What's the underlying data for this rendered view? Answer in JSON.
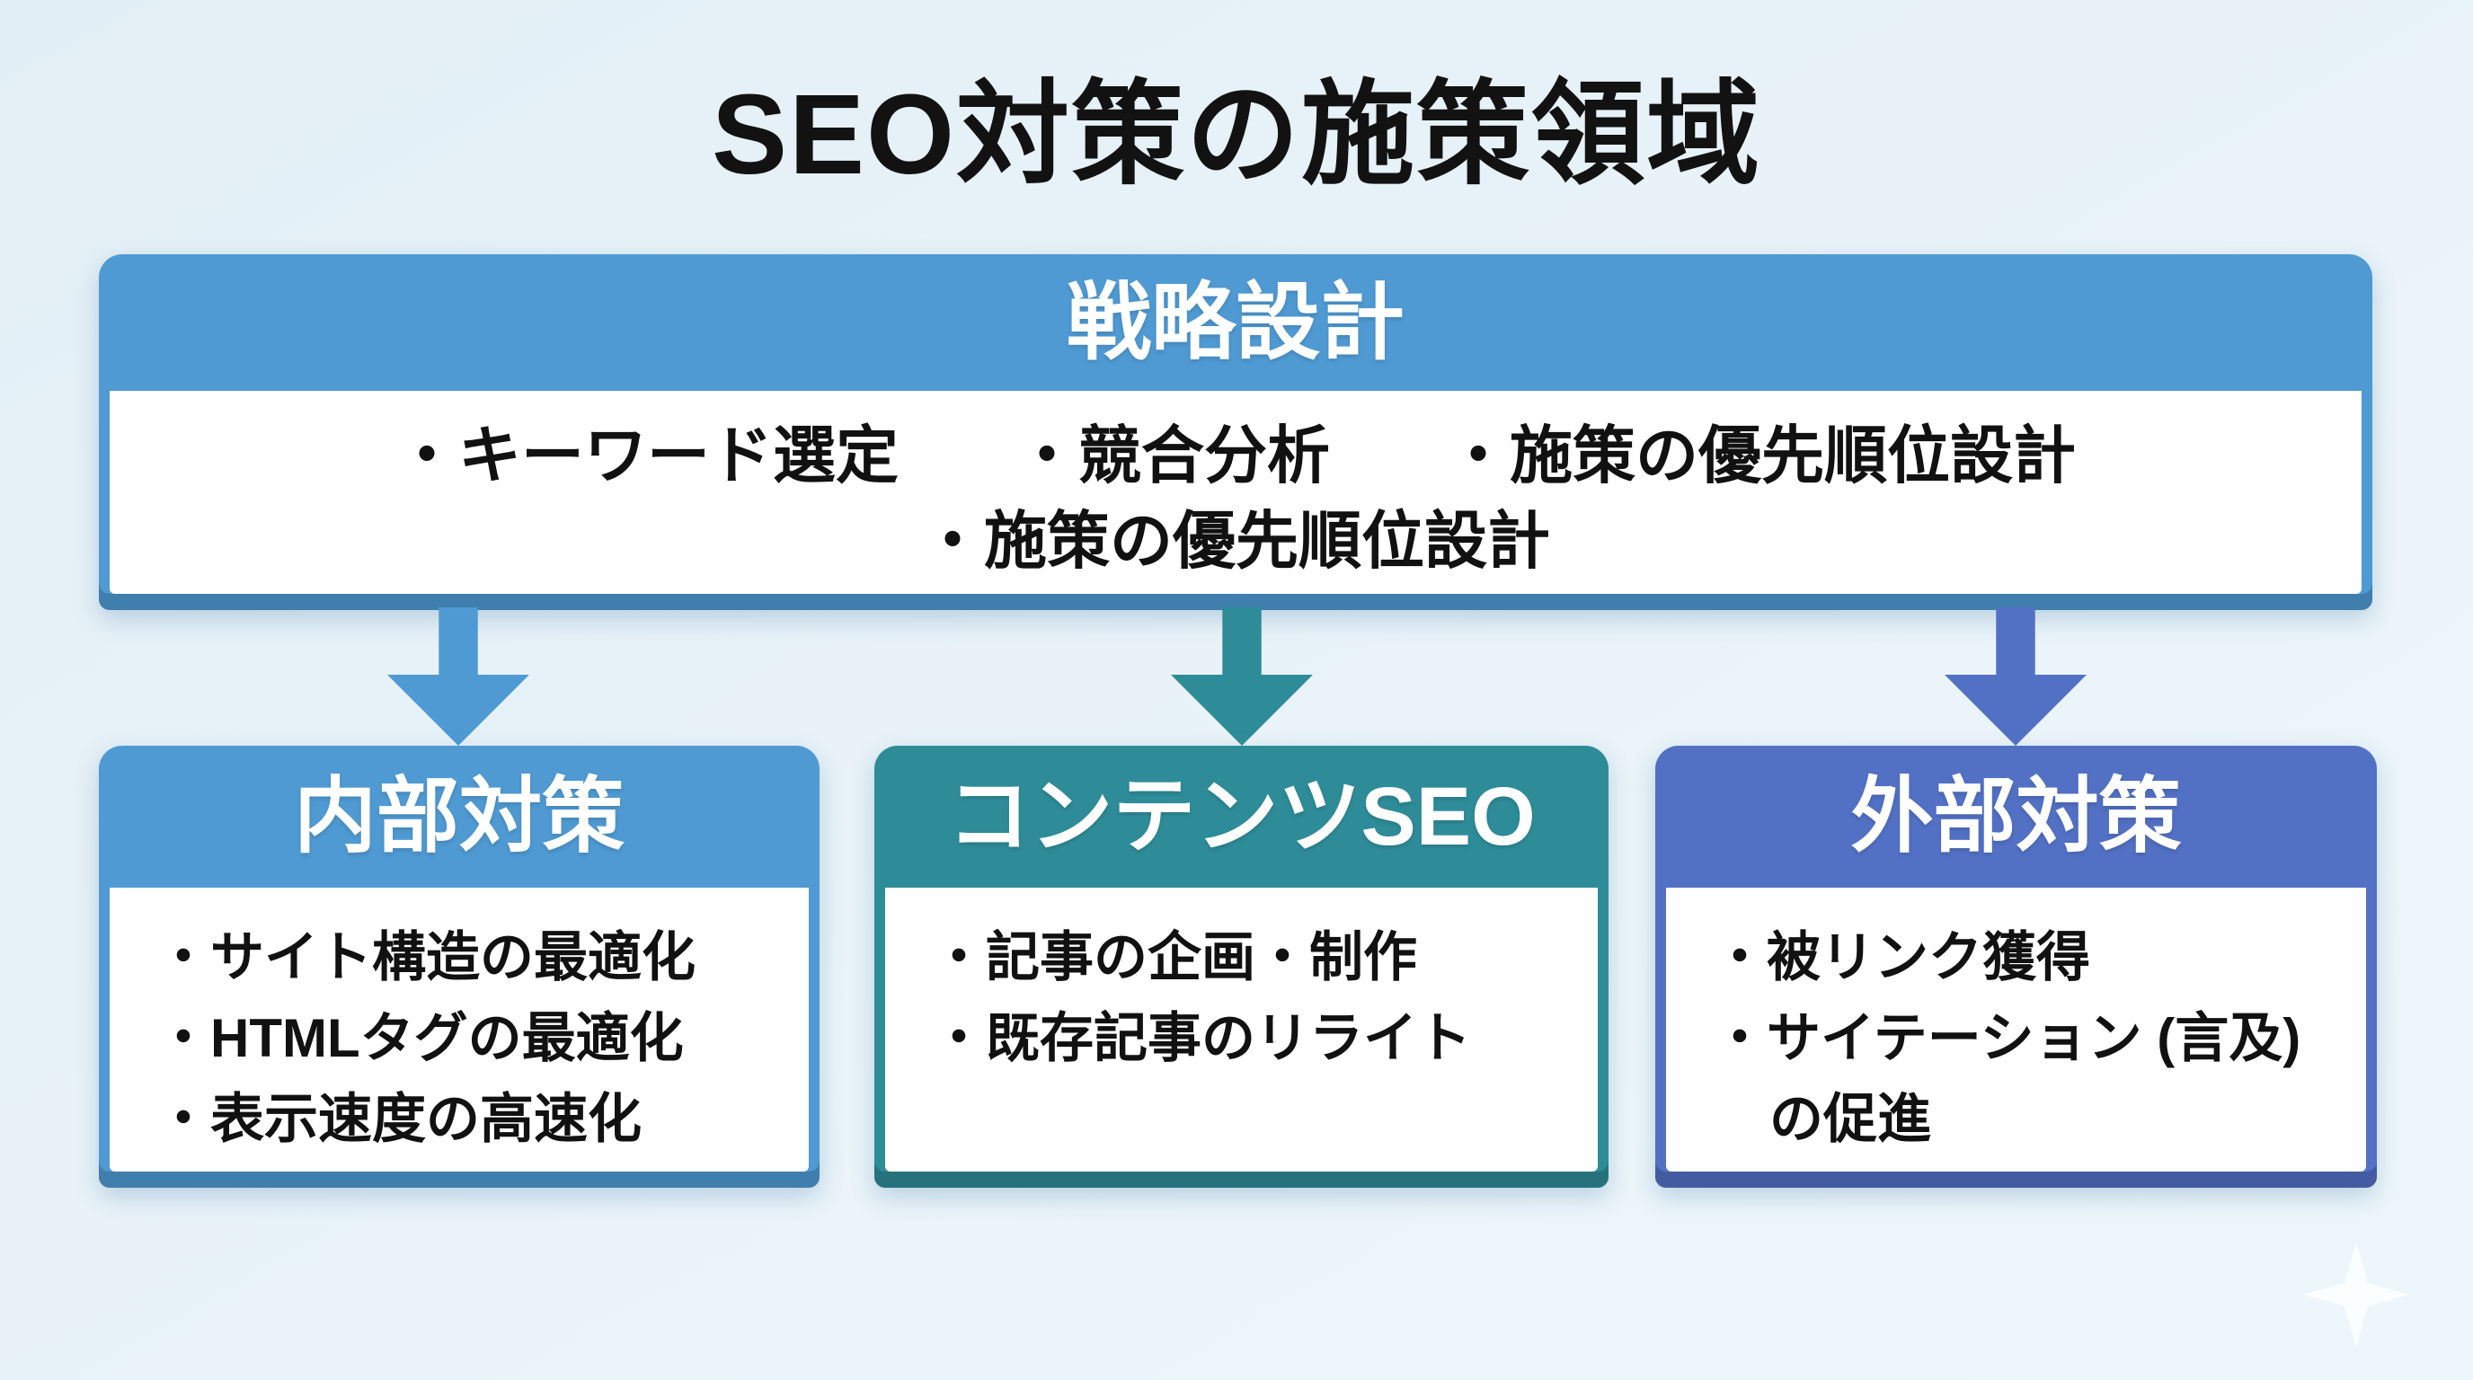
{
  "title": "SEO対策の施策領域",
  "background": "#E8F2F8",
  "strategy_box": {
    "header": "戦略設計",
    "accent": "#4F9AD3",
    "accent_dark": "#3A7FB5",
    "items_row1": [
      "・キーワード選定",
      "・競合分析",
      "・施策の優先順位設計"
    ],
    "items_row2": [
      "・施策の優先順位設計"
    ]
  },
  "branches": [
    {
      "header": "内部対策",
      "accent": "#4F9AD3",
      "accent_dark": "#3A7FB5",
      "items": [
        "・サイト構造の最適化",
        "・HTMLタグの最適化",
        "・表示速度の高速化"
      ]
    },
    {
      "header": "コンテンツSEO",
      "accent": "#2E8C99",
      "accent_dark": "#20707D",
      "items": [
        "・記事の企画・制作",
        "・既存記事のリライト"
      ]
    },
    {
      "header": "外部対策",
      "accent": "#5271C5",
      "accent_dark": "#3D56A3",
      "items": [
        "・被リンク獲得",
        "・サイテーション (言及)の促進"
      ]
    }
  ]
}
